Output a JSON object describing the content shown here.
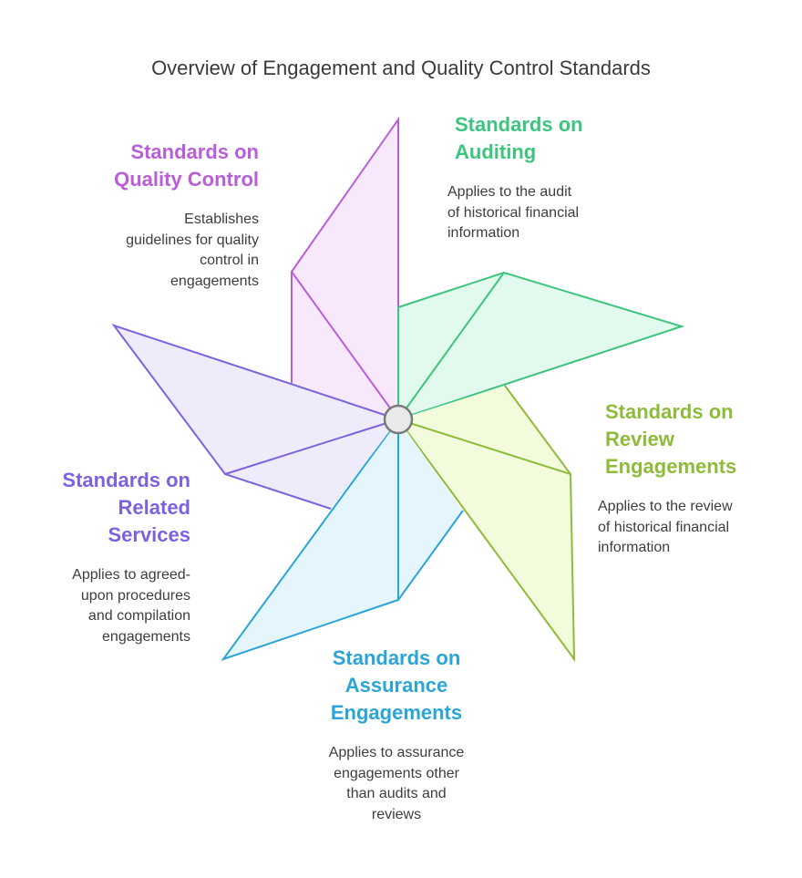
{
  "title": "Overview of Engagement and Quality Control Standards",
  "colors": {
    "quality_control": "#b95ed9",
    "auditing": "#3dc47e",
    "review": "#8ebc3a",
    "assurance": "#2aa5d6",
    "related_services": "#7b63e0"
  },
  "sections": {
    "quality_control": {
      "heading": [
        "Standards on",
        "Quality Control"
      ],
      "description": [
        "Establishes",
        "guidelines for quality",
        "control in",
        "engagements"
      ]
    },
    "auditing": {
      "heading": [
        "Standards on",
        "Auditing"
      ],
      "description": [
        "Applies to the audit",
        "of historical financial",
        "information"
      ]
    },
    "review": {
      "heading": [
        "Standards on",
        "Review",
        "Engagements"
      ],
      "description": [
        "Applies to the review",
        "of historical financial",
        "information"
      ]
    },
    "assurance": {
      "heading": [
        "Standards on",
        "Assurance",
        "Engagements"
      ],
      "description": [
        "Applies to assurance",
        "engagements other",
        "than audits and",
        "reviews"
      ]
    },
    "related_services": {
      "heading": [
        "Standards on",
        "Related",
        "Services"
      ],
      "description": [
        "Applies to agreed-",
        "upon procedures",
        "and compilation",
        "engagements"
      ]
    }
  }
}
